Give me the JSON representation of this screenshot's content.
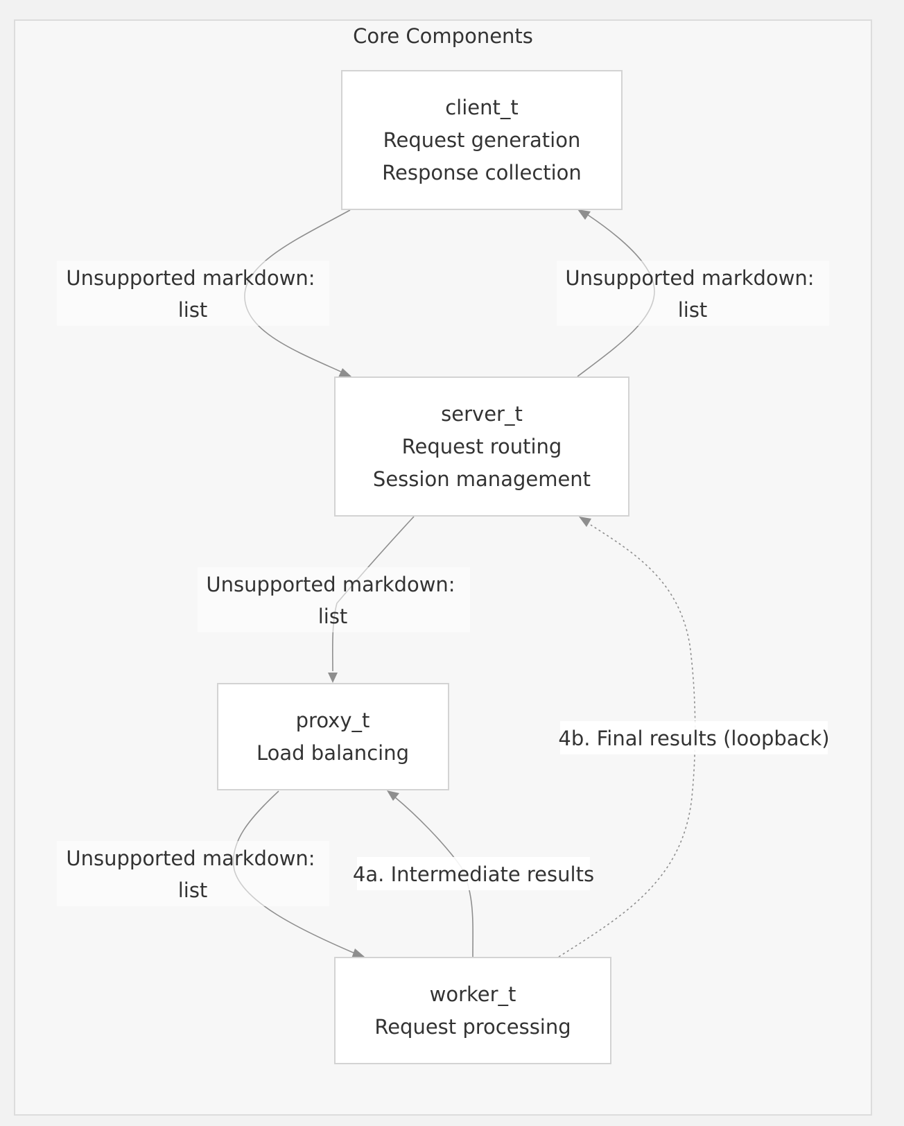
{
  "title": "Core Components",
  "nodes": [
    {
      "id": "client",
      "lines": [
        "client_t",
        "Request generation",
        "Response collection"
      ]
    },
    {
      "id": "server",
      "lines": [
        "server_t",
        "Request routing",
        "Session management"
      ]
    },
    {
      "id": "proxy",
      "lines": [
        "proxy_t",
        "Load balancing"
      ]
    },
    {
      "id": "worker",
      "lines": [
        "worker_t",
        "Request processing"
      ]
    }
  ],
  "edges": [
    {
      "id": "client-to-server",
      "from": "client",
      "to": "server",
      "style": "solid",
      "lines": [
        "Unsupported markdown:",
        "list"
      ]
    },
    {
      "id": "server-to-client",
      "from": "server",
      "to": "client",
      "style": "solid",
      "lines": [
        "Unsupported markdown:",
        "list"
      ]
    },
    {
      "id": "server-to-proxy",
      "from": "server",
      "to": "proxy",
      "style": "solid",
      "lines": [
        "Unsupported markdown:",
        "list"
      ]
    },
    {
      "id": "proxy-to-worker",
      "from": "proxy",
      "to": "worker",
      "style": "solid",
      "lines": [
        "Unsupported markdown:",
        "list"
      ]
    },
    {
      "id": "worker-to-proxy",
      "from": "worker",
      "to": "proxy",
      "style": "solid",
      "lines": [
        "4a. Intermediate results"
      ]
    },
    {
      "id": "worker-to-server",
      "from": "worker",
      "to": "server",
      "style": "dashed",
      "lines": [
        "4b. Final results (loopback)"
      ]
    }
  ],
  "colors": {
    "background": "#f2f2f2",
    "cluster_fill": "#f7f7f7",
    "node_fill": "#ffffff",
    "edge": "#8e8e8e",
    "text": "#333333"
  }
}
